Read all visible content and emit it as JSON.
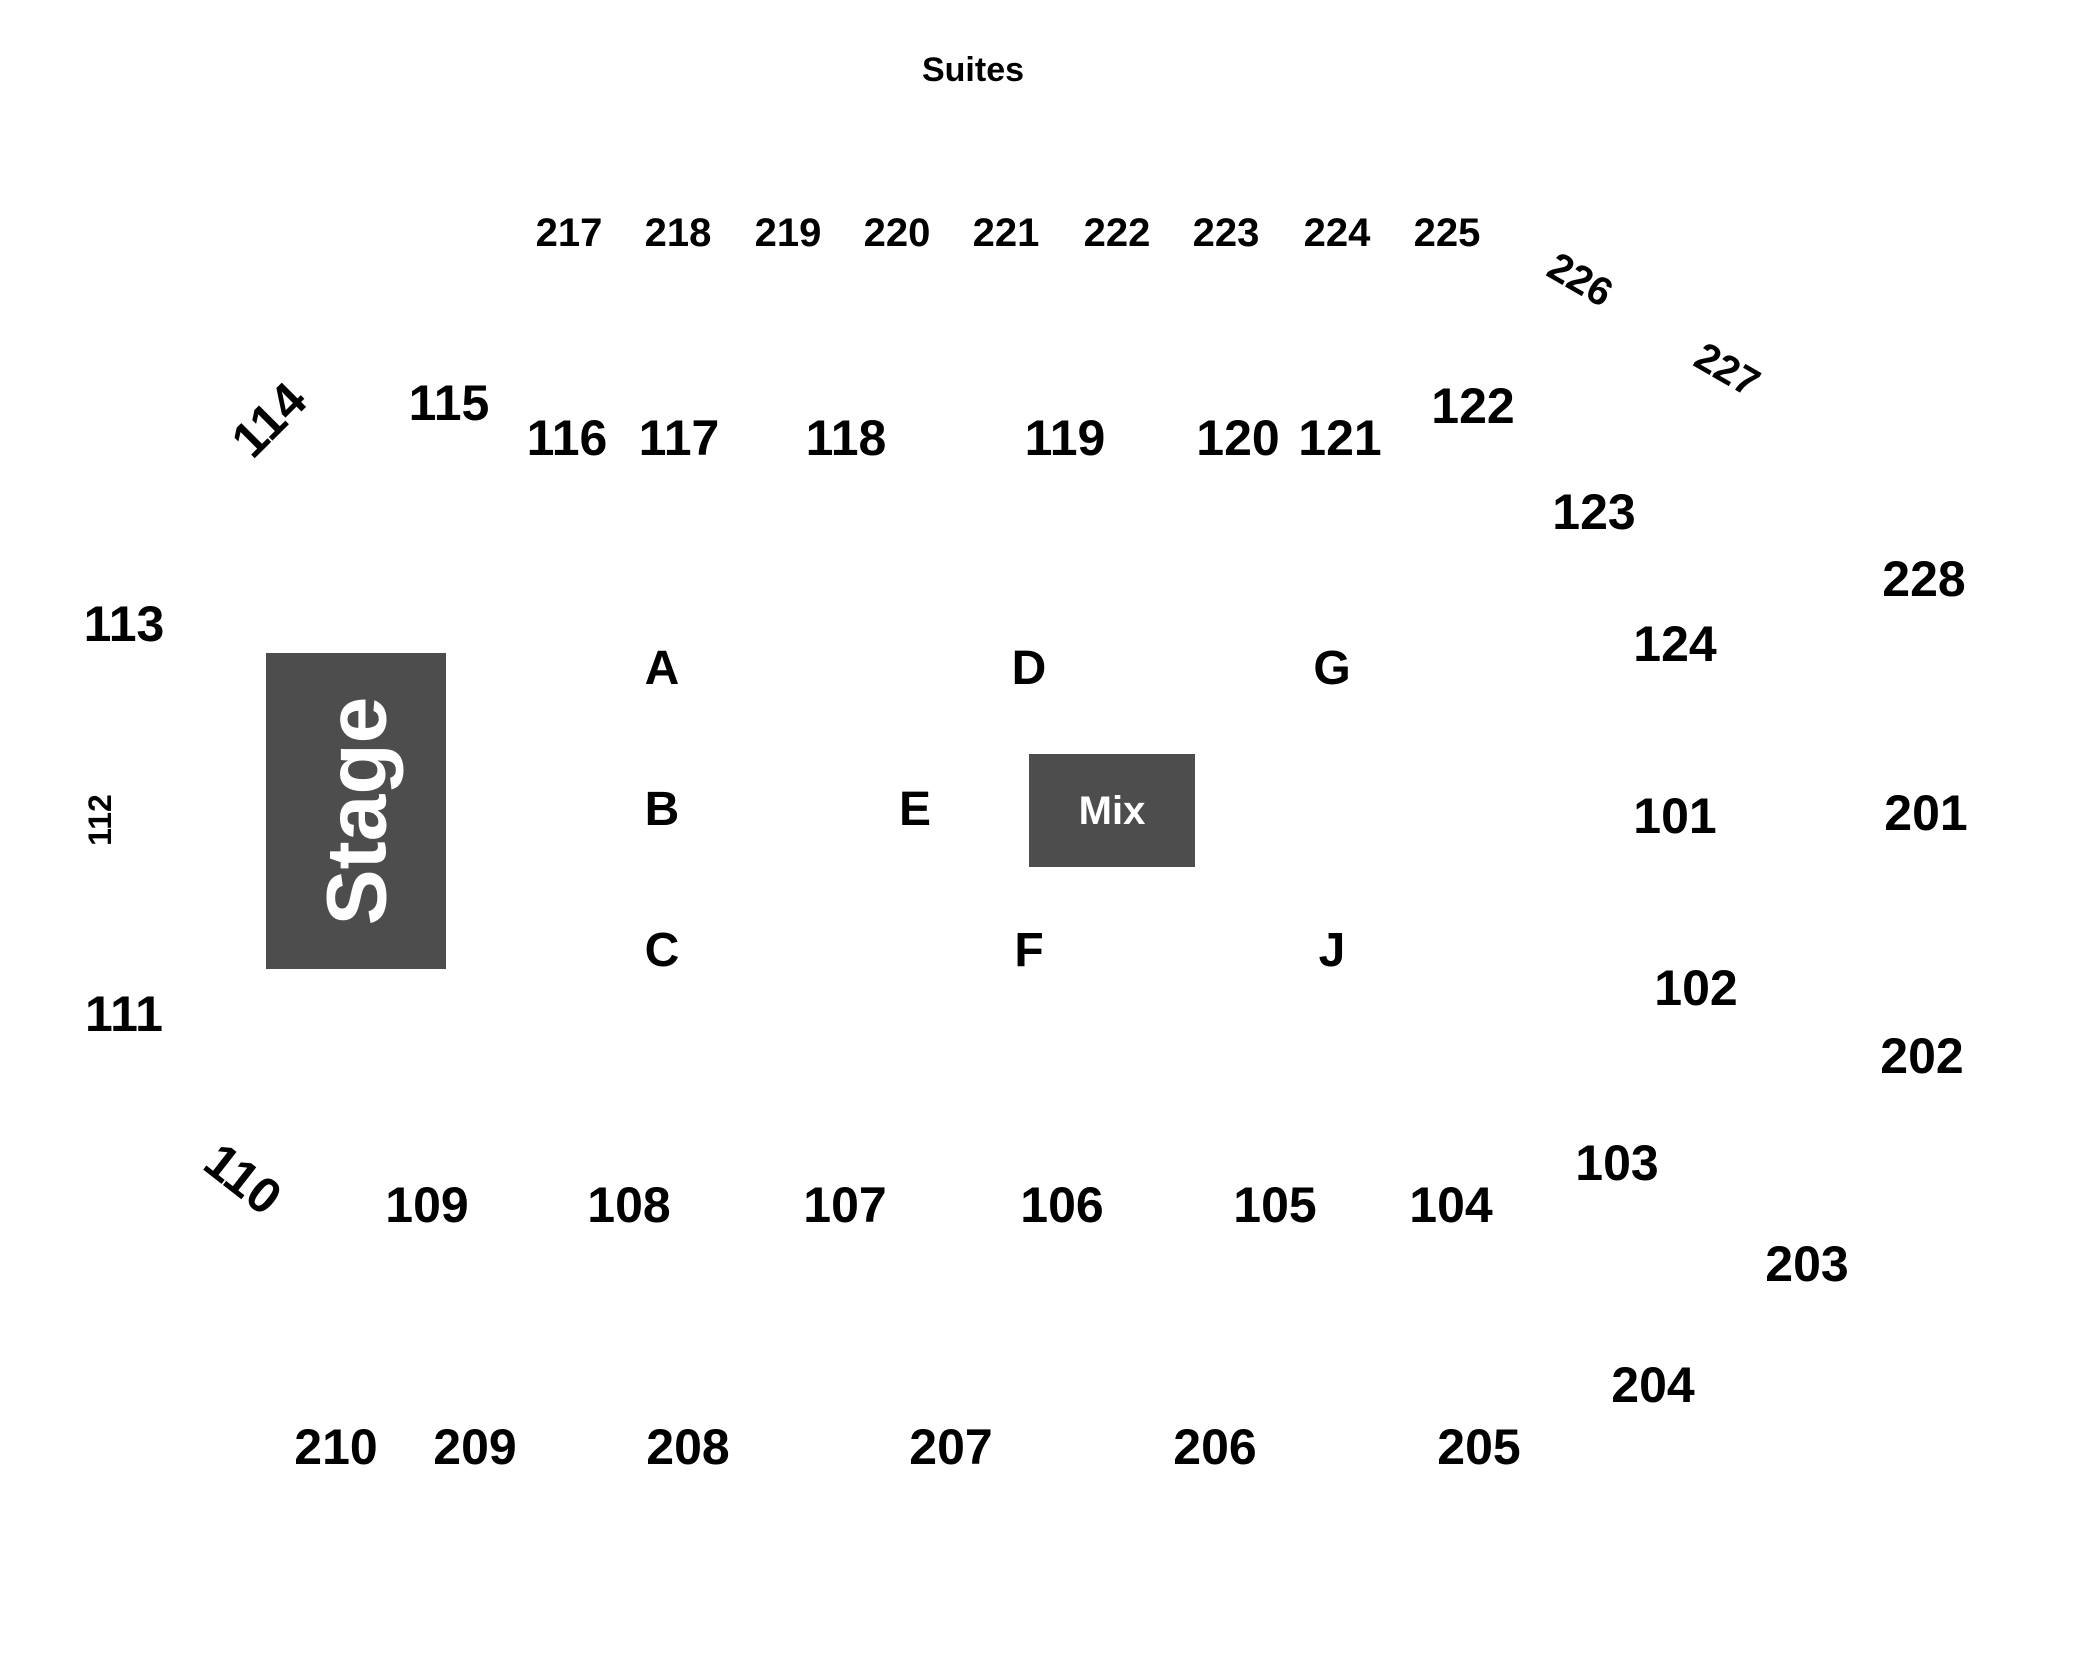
{
  "header": {
    "title": "Suites"
  },
  "suites": [
    "217",
    "218",
    "219",
    "220",
    "221",
    "222",
    "223",
    "224",
    "225",
    "226",
    "227"
  ],
  "upper_sections": [
    "114",
    "115",
    "116",
    "117",
    "118",
    "119",
    "120",
    "121",
    "122",
    "123",
    "124",
    "101",
    "102",
    "103"
  ],
  "side_sections": [
    "113",
    "112",
    "111",
    "110"
  ],
  "lower_sections": [
    "109",
    "108",
    "107",
    "106",
    "105",
    "104"
  ],
  "outer_sections": [
    "228",
    "201",
    "202",
    "203",
    "204",
    "205",
    "206",
    "207",
    "208",
    "209",
    "210"
  ],
  "floor": [
    "A",
    "B",
    "C",
    "D",
    "E",
    "F",
    "G",
    "J"
  ],
  "stage": {
    "label": "Stage"
  },
  "mix": {
    "label": "Mix"
  },
  "colors": {
    "block_fill": "#4d4d4d",
    "block_text": "#ffffff",
    "label_text": "#000000",
    "background": "#ffffff"
  }
}
